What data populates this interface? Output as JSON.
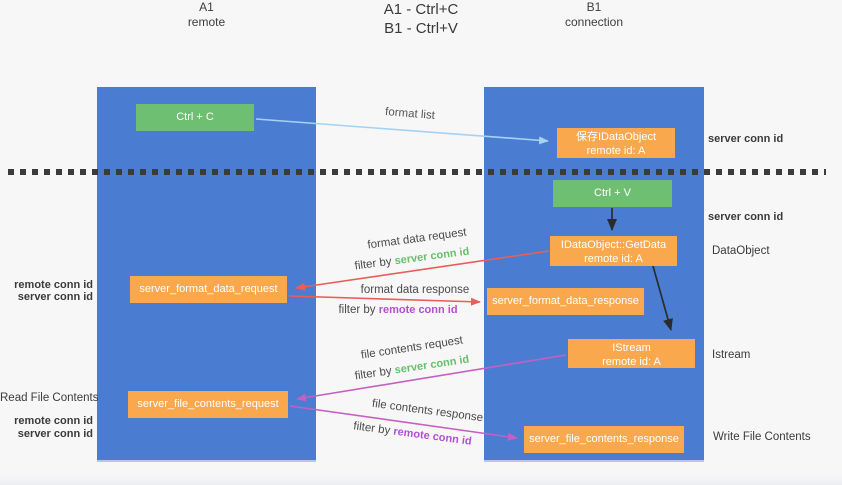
{
  "title": {
    "line1": "A1 - Ctrl+C",
    "line2": "B1 - Ctrl+V"
  },
  "lanes": {
    "a": {
      "name": "A1",
      "role": "remote"
    },
    "b": {
      "name": "B1",
      "role": "connection"
    }
  },
  "nodes": {
    "ctrl_c": {
      "label": "Ctrl + C"
    },
    "ctrl_v": {
      "label": "Ctrl + V"
    },
    "save_dataobject": {
      "line1": "保存IDataObject",
      "line2": "remote id: A"
    },
    "getdata": {
      "line1": "IDataObject::GetData",
      "line2": "remote id: A"
    },
    "istream": {
      "line1": "IStream",
      "line2": "remote id: A"
    },
    "format_request": {
      "label": "server_format_data_request"
    },
    "format_response": {
      "label": "server_format_data_response"
    },
    "file_request": {
      "label": "server_file_contents_request"
    },
    "file_response": {
      "label": "server_file_contents_response"
    }
  },
  "strings": {
    "filter_by": "filter by ",
    "server_conn_id": "server conn id",
    "remote_conn_id": "remote conn id"
  },
  "arrows": {
    "format_list": {
      "label": "format list"
    },
    "format_data_request": {
      "label": "format data request"
    },
    "format_data_response": {
      "label": "format data response"
    },
    "file_contents_request": {
      "label": "file contents request"
    },
    "file_contents_response": {
      "label": "file contents response"
    }
  },
  "side_labels": {
    "dataobject": "DataObject",
    "istream": "Istream",
    "read_file_contents": "Read File Contents",
    "write_file_contents": "Write File Contents"
  },
  "colors": {
    "lane_blue": "#4a7dd2",
    "node_green": "#6fbf72",
    "node_orange": "#f9a84d",
    "arrow_red": "#ea5e57",
    "arrow_magenta": "#c75fc2",
    "arrow_lightblue": "#a5d2f2",
    "arrow_black": "#2b2b2b",
    "text_green": "#67bf6b",
    "text_purple": "#b24fd4",
    "background": "#f7f7f8"
  }
}
